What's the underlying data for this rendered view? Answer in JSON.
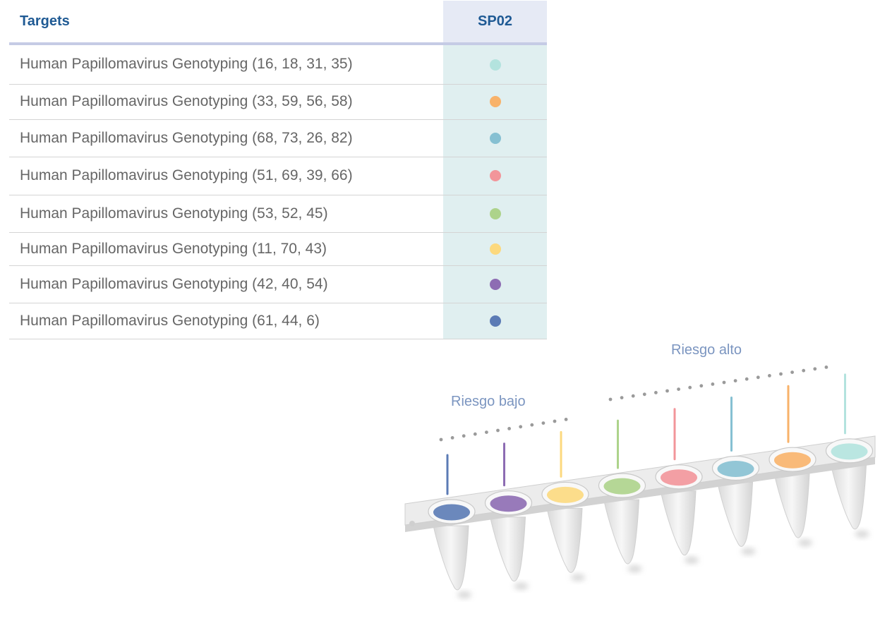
{
  "table": {
    "header_targets": "Targets",
    "header_panel": "SP02",
    "rows": [
      {
        "target": "Human Papillomavirus Genotyping (16, 18, 31, 35)",
        "color": "#b3e3de"
      },
      {
        "target": "Human Papillomavirus Genotyping (33, 59, 56, 58)",
        "color": "#f8b26a"
      },
      {
        "target": "Human Papillomavirus Genotyping (68, 73, 26, 82)",
        "color": "#86c0d2"
      },
      {
        "target": "Human Papillomavirus Genotyping (51, 69, 39, 66)",
        "color": "#f2959a"
      },
      {
        "target": "Human Papillomavirus Genotyping (53, 52, 45)",
        "color": "#add38b"
      },
      {
        "target": "Human Papillomavirus Genotyping (11, 70, 43)",
        "color": "#fcd97e"
      },
      {
        "target": "Human Papillomavirus Genotyping (42, 40, 54)",
        "color": "#8d6cb3"
      },
      {
        "target": "Human Papillomavirus Genotyping (61, 44, 6)",
        "color": "#5b7bb5"
      }
    ]
  },
  "illustration": {
    "low_risk_label": "Riesgo bajo",
    "high_risk_label": "Riesgo alto",
    "tube_colors": [
      "#5b7bb5",
      "#8d6cb3",
      "#fcd97e",
      "#add38b",
      "#f2959a",
      "#86c0d2",
      "#f8b26a",
      "#b3e3de"
    ]
  }
}
